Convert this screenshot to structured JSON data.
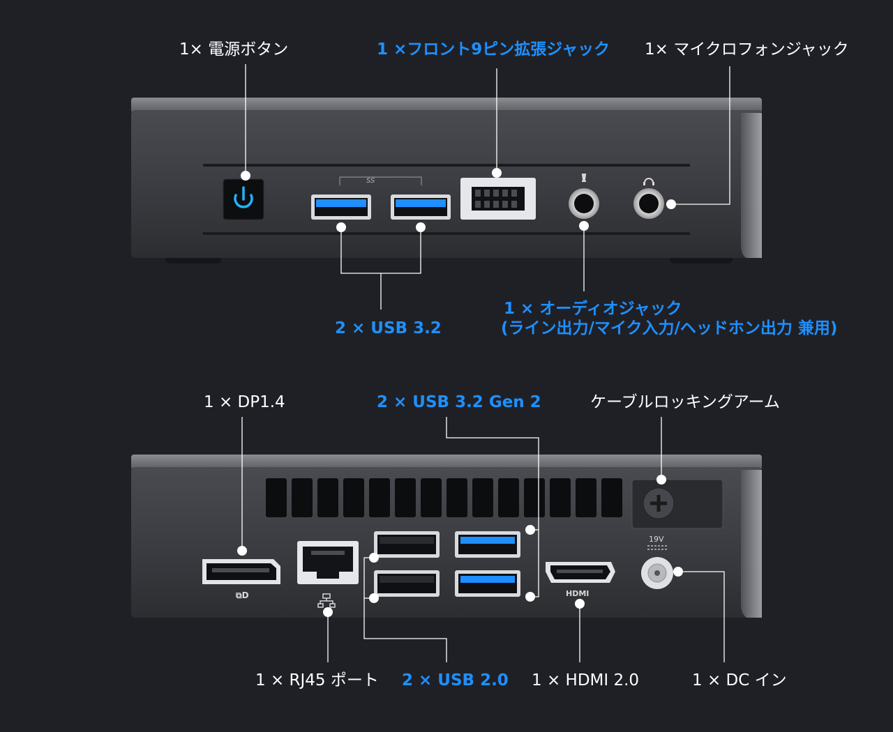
{
  "labels": {
    "power_button": "1× 電源ボタン",
    "front_9pin": "1 ×フロント9ピン拡張ジャック",
    "mic_jack": "1× マイクロフォンジャック",
    "front_usb": "2 × USB 3.2",
    "audio_jack_line1": "1 × オーディオジャック",
    "audio_jack_line2": "(ライン出力/マイク入力/ヘッドホン出力 兼用)",
    "dp": "1 × DP1.4",
    "rear_usb_gen2": "2 × USB 3.2 Gen 2",
    "cable_lock": "ケーブルロッキングアーム",
    "rj45": "1 × RJ45 ポート",
    "rear_usb2": "2 × USB 2.0",
    "hdmi": "1 × HDMI 2.0",
    "dc_in": "1 × DC イン"
  },
  "panel_marks": {
    "ss_usb": "SS",
    "hdmi": "HDMI",
    "dc_voltage": "19V"
  },
  "colors": {
    "background": "#1f2026",
    "accent_blue": "#1e90ff",
    "leader_line": "#ffffff",
    "device_body": "#3b3c40",
    "usb3_tongue": "#1f8fff"
  }
}
